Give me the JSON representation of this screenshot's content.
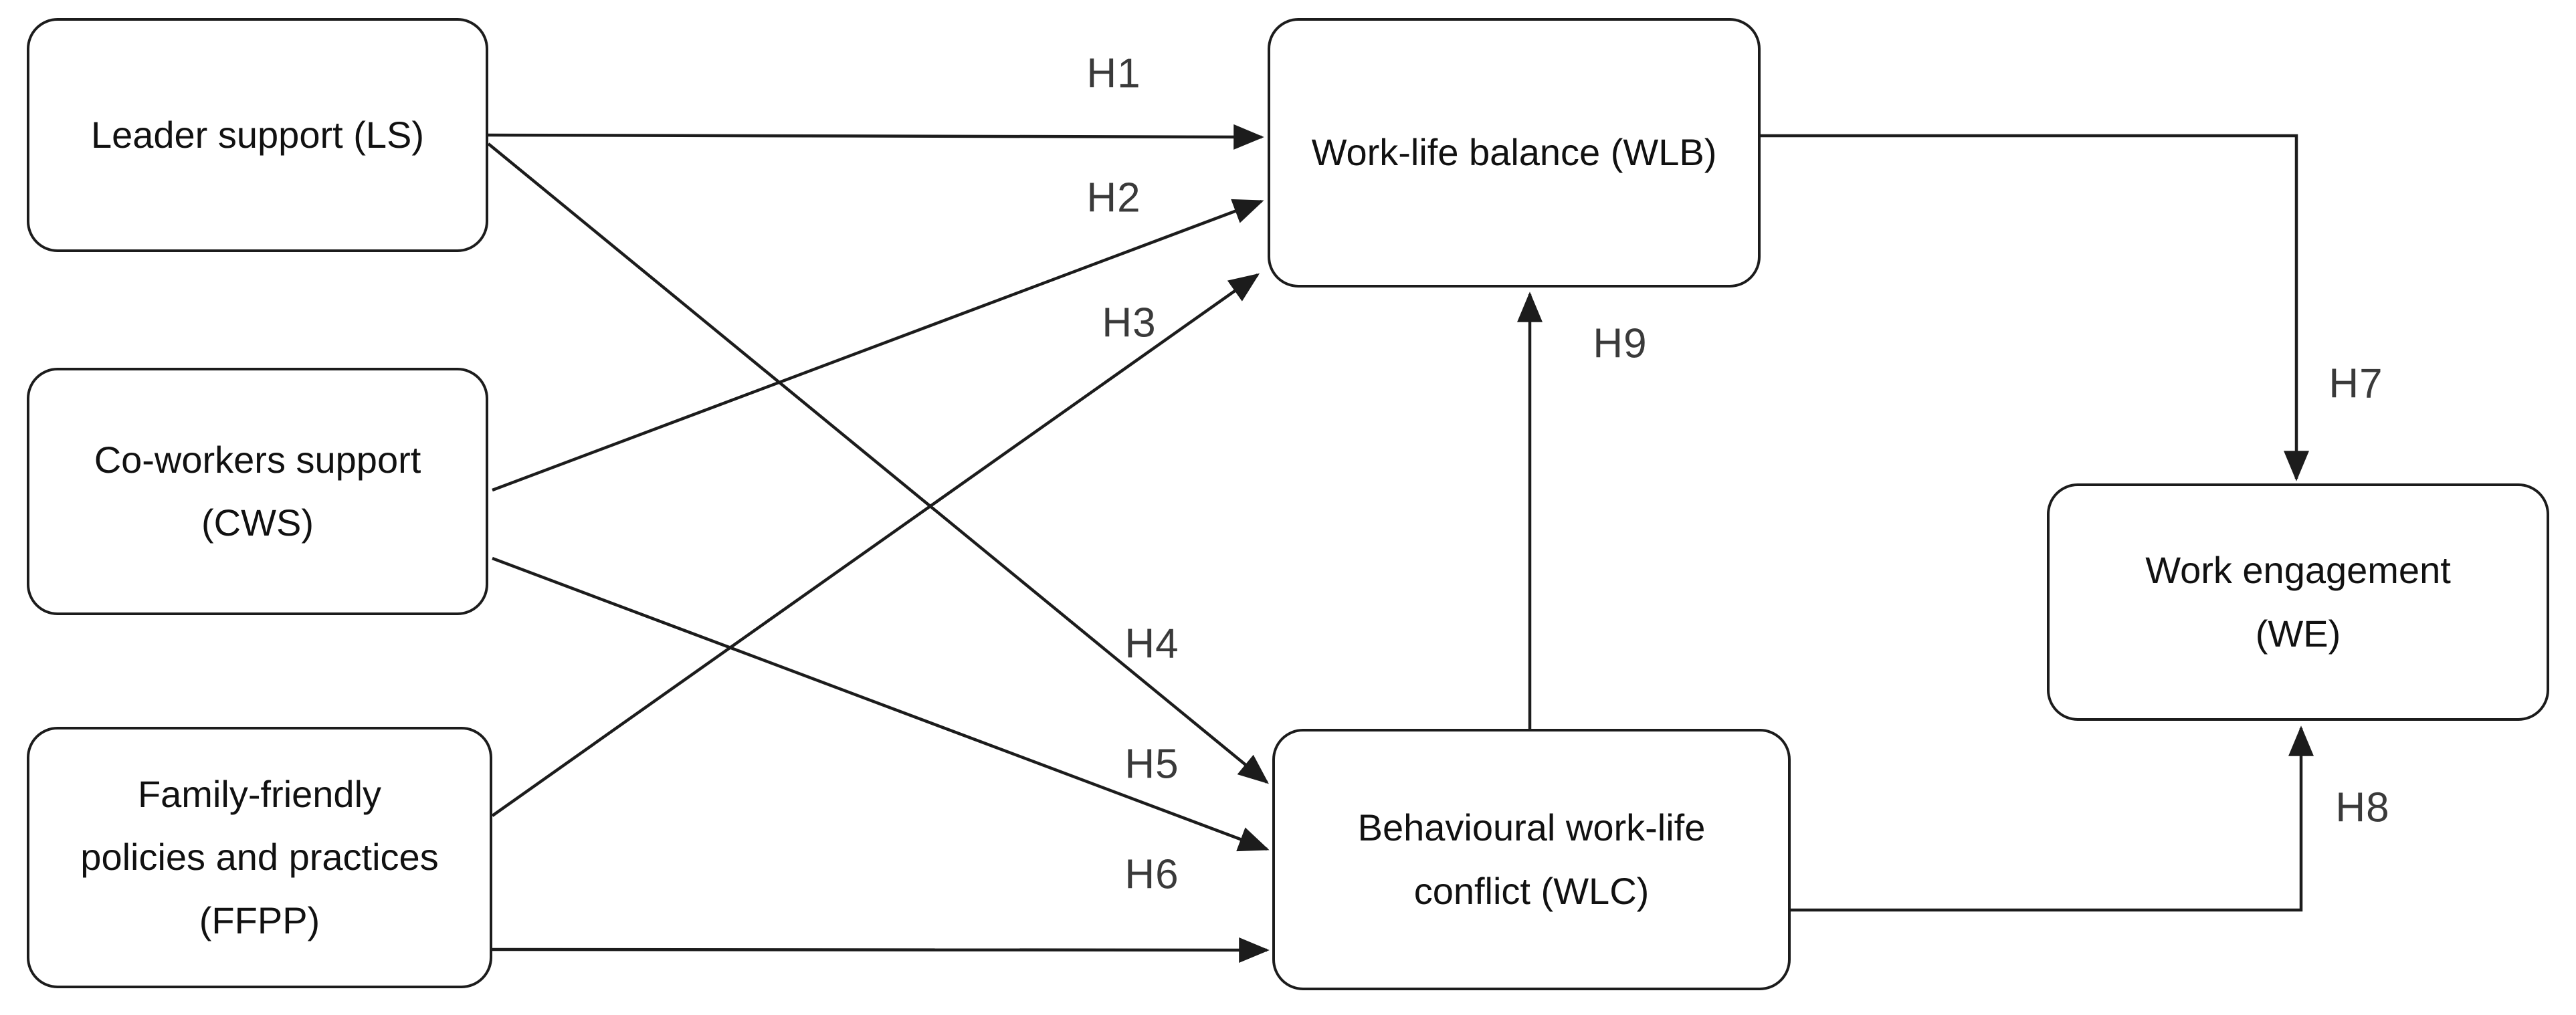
{
  "palette": {
    "background": "#ffffff",
    "line": "#1c1c1c",
    "node_text": "#111111",
    "edge_label_text": "#3a3a3a"
  },
  "nodes": {
    "ls": {
      "label": "Leader support (LS)"
    },
    "cws": {
      "label": "Co-workers support\n(CWS)"
    },
    "ffpp": {
      "label": "Family-friendly\npolicies and practices\n(FFPP)"
    },
    "wlb": {
      "label": "Work-life balance (WLB)"
    },
    "wlc": {
      "label": "Behavioural work-life\nconflict (WLC)"
    },
    "we": {
      "label": "Work engagement\n(WE)"
    }
  },
  "edges": [
    {
      "label": "H1",
      "from": "Leader support (LS)",
      "to": "Work-life balance (WLB)"
    },
    {
      "label": "H2",
      "from": "Co-workers support (CWS)",
      "to": "Work-life balance (WLB)"
    },
    {
      "label": "H3",
      "from": "Family-friendly policies and practices (FFPP)",
      "to": "Work-life balance (WLB)"
    },
    {
      "label": "H4",
      "from": "Leader support (LS)",
      "to": "Behavioural work-life conflict (WLC)"
    },
    {
      "label": "H5",
      "from": "Co-workers support (CWS)",
      "to": "Behavioural work-life conflict (WLC)"
    },
    {
      "label": "H6",
      "from": "Family-friendly policies and practices (FFPP)",
      "to": "Behavioural work-life conflict (WLC)"
    },
    {
      "label": "H7",
      "from": "Work-life balance (WLB)",
      "to": "Work engagement (WE)"
    },
    {
      "label": "H8",
      "from": "Behavioural work-life conflict (WLC)",
      "to": "Work engagement (WE)"
    },
    {
      "label": "H9",
      "from": "Behavioural work-life conflict (WLC)",
      "to": "Work-life balance (WLB)"
    }
  ]
}
